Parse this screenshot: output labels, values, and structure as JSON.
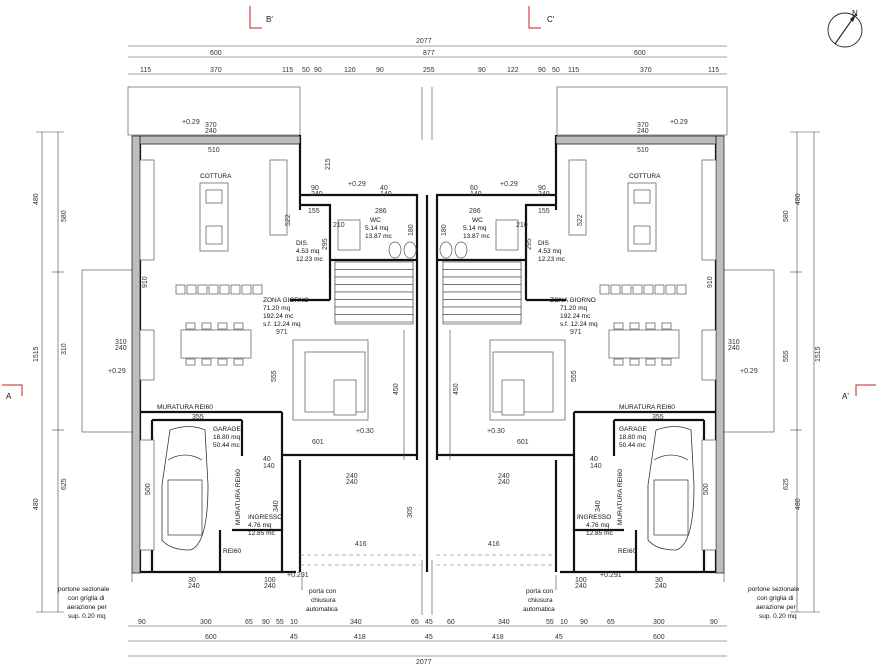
{
  "section_marks": {
    "b": "B'",
    "c": "C'",
    "a_left": "A",
    "a_right": "A'"
  },
  "north": "N",
  "dims_top": {
    "total": "2077",
    "row2": [
      "600",
      "877",
      "600"
    ],
    "row3": [
      "115",
      "370",
      "115",
      "50",
      "90",
      "120",
      "90",
      "255",
      "90",
      "122",
      "90",
      "50",
      "115",
      "370",
      "115"
    ]
  },
  "dims_bottom": {
    "total": "2077",
    "row2": [
      "600",
      "45",
      "418",
      "45",
      "418",
      "45",
      "600"
    ],
    "row3": [
      "90",
      "300",
      "65",
      "90",
      "55",
      "10",
      "340",
      "65",
      "45",
      "60",
      "340",
      "55",
      "10",
      "90",
      "65",
      "300",
      "90"
    ]
  },
  "dims_left_outer": [
    "480",
    "1515",
    "480"
  ],
  "dims_left_inner": [
    "580",
    "310",
    "625"
  ],
  "dims_right_outer": [
    "480",
    "1515",
    "480"
  ],
  "dims_right_inner": [
    "580",
    "555",
    "625"
  ],
  "rooms": {
    "cottura": "COTTURA",
    "wc_l": [
      "WC",
      "5.14 mq",
      "13.87 mc"
    ],
    "wc_r": [
      "WC",
      "5.14 mq",
      "13.87 mc"
    ],
    "dis_l": [
      "DIS.",
      "4.53 mq",
      "12.23 mc"
    ],
    "dis_r": [
      "DIS",
      "4.53 mq",
      "12.23 mc"
    ],
    "zona_l": [
      "ZONA GIORNO",
      "71.20 mq",
      "192.24 mc",
      "s.f. 12.24 mq"
    ],
    "zona_r": [
      "ZONA GIORNO",
      "71.20 mq",
      "192.24 mc",
      "s.f. 12.24 mq"
    ],
    "garage_l": [
      "GARAGE",
      "18.80 mq",
      "50.44 mc"
    ],
    "garage_r": [
      "GARAGE",
      "18.80 mq",
      "50.44 mc"
    ],
    "ingresso_l": [
      "INGRESSO",
      "4.76 mq",
      "12.85 mc"
    ],
    "ingresso_r": [
      "INGRESSO",
      "4.76 mq",
      "12.85 mc"
    ],
    "muratura": "MURATURA REI60",
    "muratura_v": "MURATURA REI60",
    "rei60": "REI60"
  },
  "inner_dims": {
    "d510": "510",
    "d286": "286",
    "d155": "155",
    "d215": "215",
    "d180": "180",
    "d295": "295",
    "d910": "910",
    "d522": "522",
    "d971": "971",
    "d555": "555",
    "d450": "450",
    "d601": "601",
    "d355": "355",
    "d500": "500",
    "d340": "340",
    "d305": "305",
    "d416": "416",
    "d140": "140",
    "d40": "40",
    "d210": "210",
    "w90_240": "90\n240",
    "w40_140": "40\n140",
    "w60_140": "60\n140",
    "w30_240": "30\n240",
    "w210_240": "210\n240",
    "w310_240": "310\n240",
    "w370_240": "370\n240",
    "w240": "240\n240",
    "w100_240": "100\n240",
    "w10_60": "10\n60",
    "w90": "90"
  },
  "annotations": {
    "vent": "+0.29",
    "vent2": "+0.30",
    "vent3": "+0.291",
    "portone": [
      "portone sezionale",
      "con griglia di",
      "aerazione per",
      "sup. 0.20 mq"
    ],
    "porta": [
      "porta con",
      "chiusura",
      "automatica"
    ]
  }
}
